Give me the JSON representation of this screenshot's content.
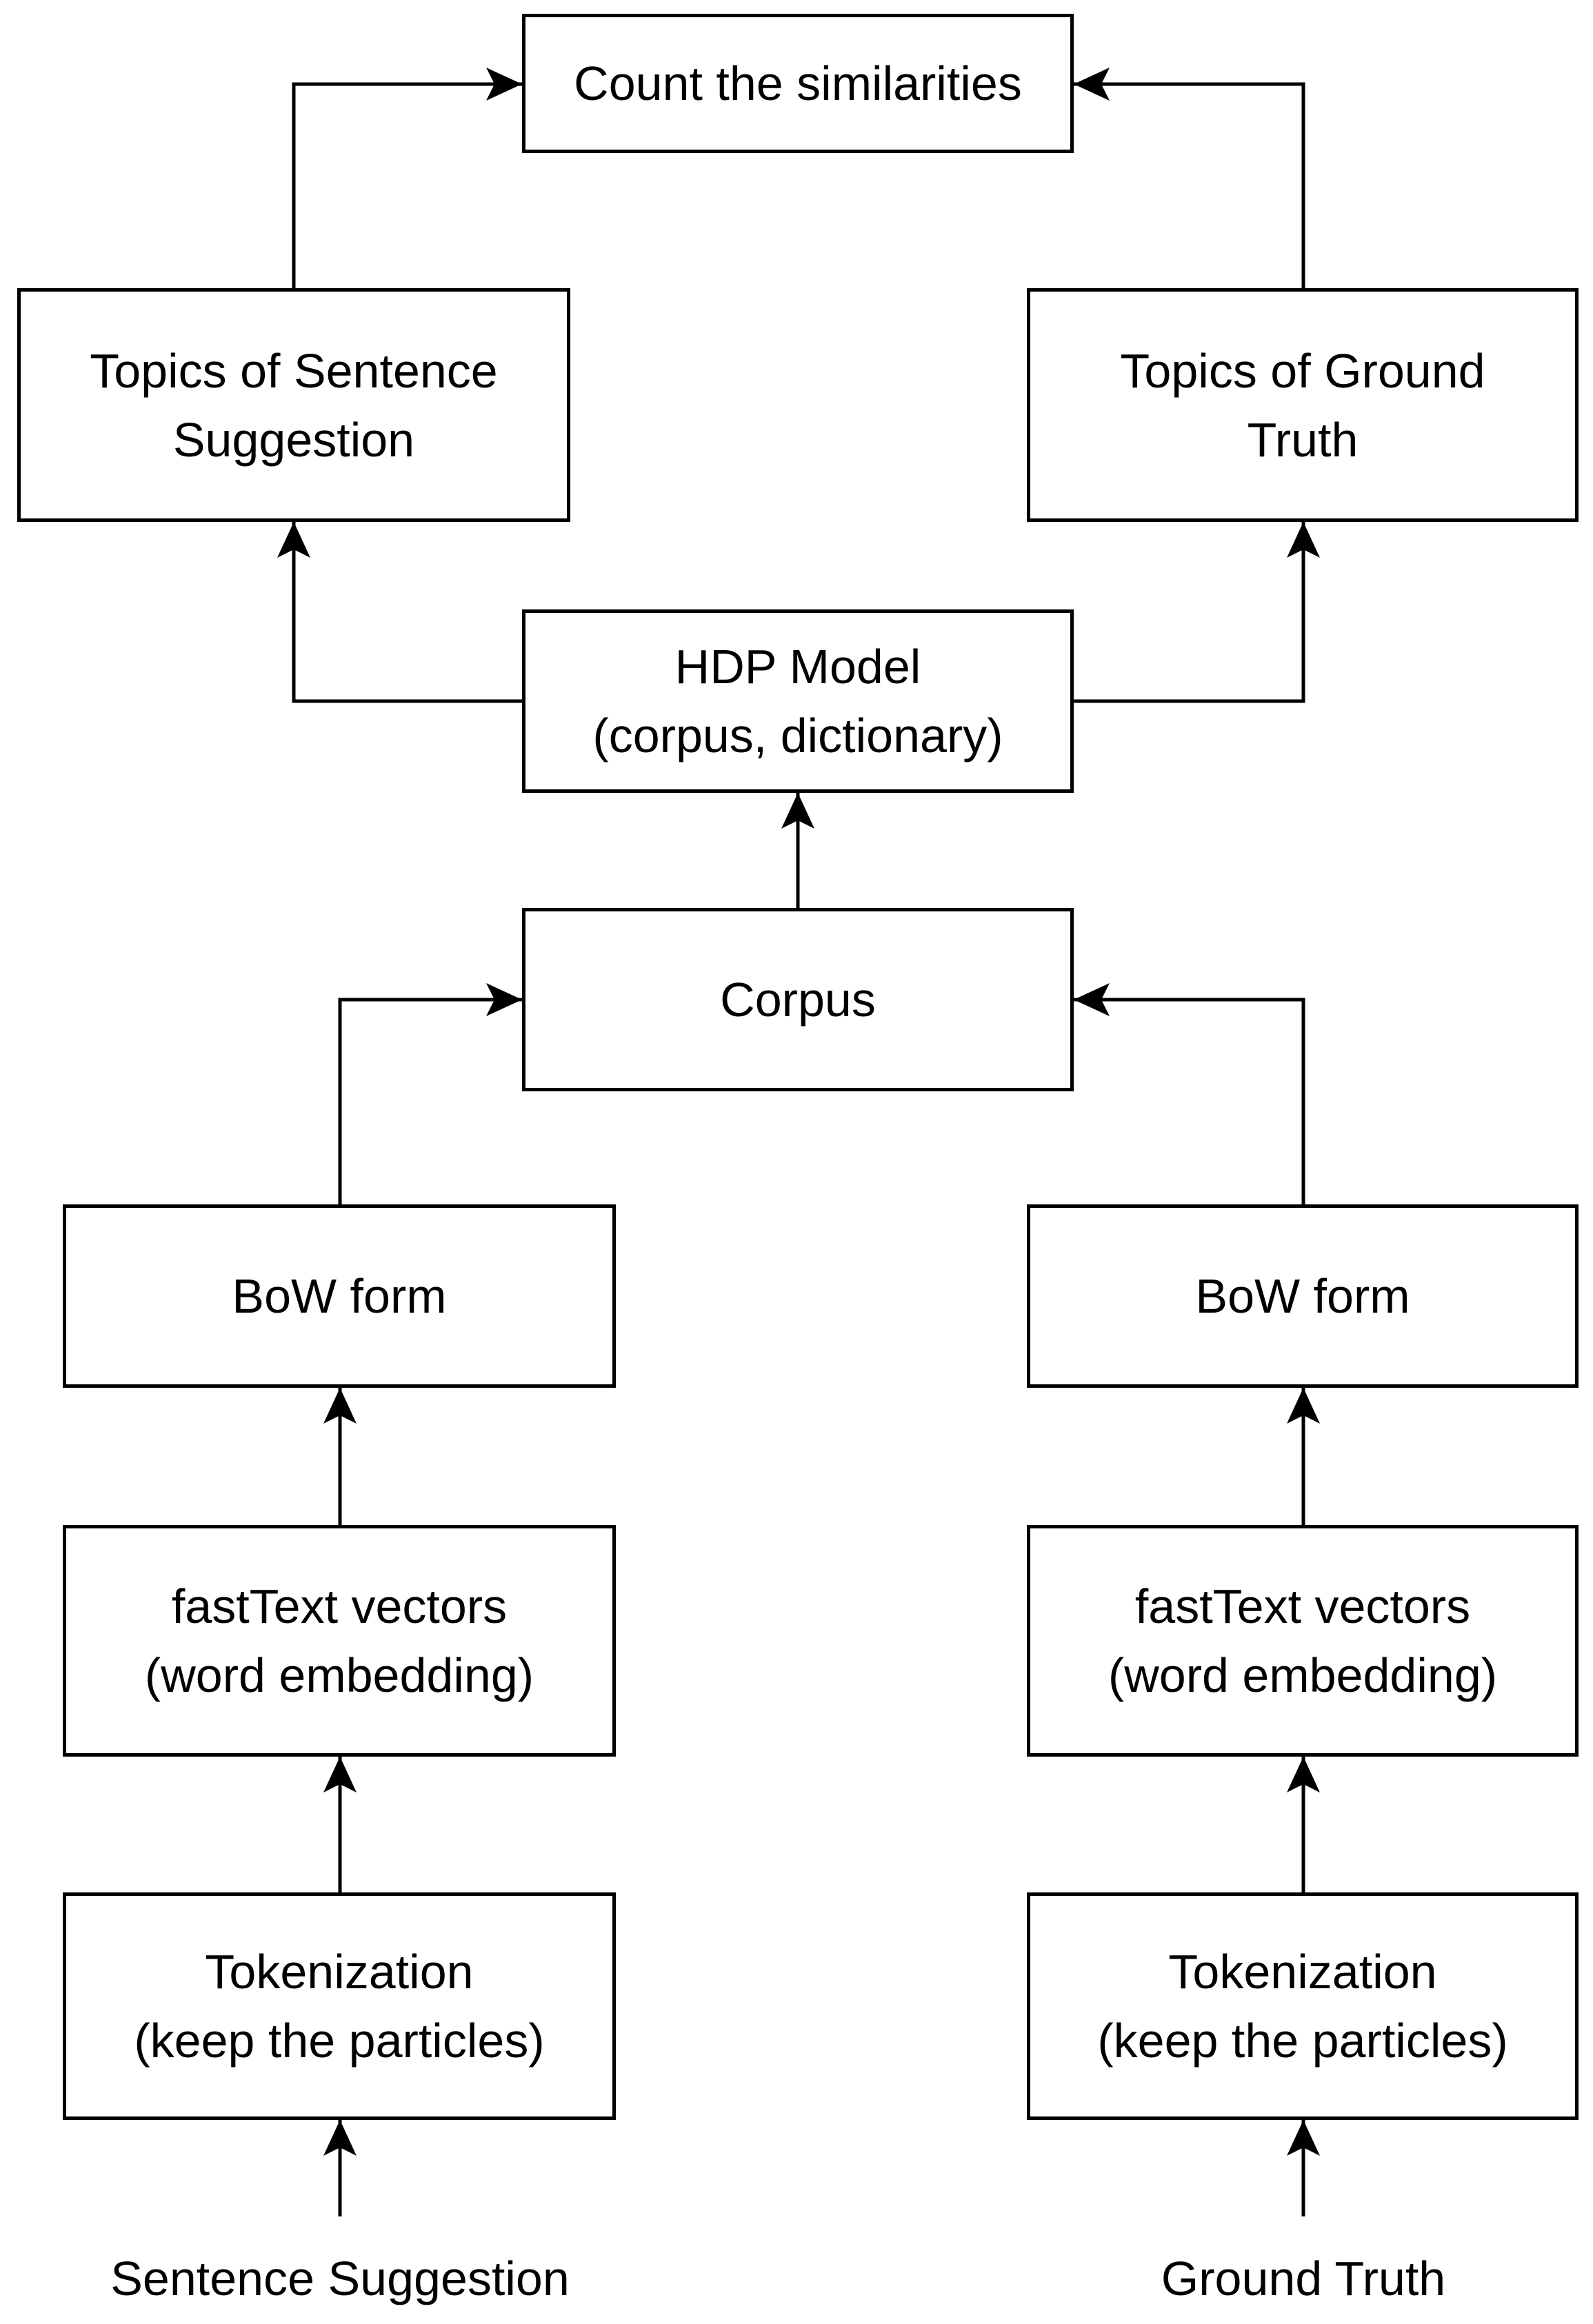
{
  "nodes": {
    "count_similarities": {
      "lines": [
        "Count the similarities"
      ]
    },
    "topics_sentence": {
      "lines": [
        "Topics of Sentence",
        "Suggestion"
      ]
    },
    "topics_ground": {
      "lines": [
        "Topics of Ground",
        "Truth"
      ]
    },
    "hdp_model": {
      "lines": [
        "HDP Model",
        "(corpus, dictionary)"
      ]
    },
    "corpus": {
      "lines": [
        "Corpus"
      ]
    },
    "bow_left": {
      "lines": [
        "BoW form"
      ]
    },
    "bow_right": {
      "lines": [
        "BoW form"
      ]
    },
    "fasttext_left": {
      "lines": [
        "fastText vectors",
        "(word embedding)"
      ]
    },
    "fasttext_right": {
      "lines": [
        "fastText vectors",
        "(word embedding)"
      ]
    },
    "token_left": {
      "lines": [
        "Tokenization",
        "(keep the particles)"
      ]
    },
    "token_right": {
      "lines": [
        "Tokenization",
        "(keep the particles)"
      ]
    }
  },
  "inputs": {
    "left": "Sentence Suggestion",
    "right": "Ground Truth"
  }
}
